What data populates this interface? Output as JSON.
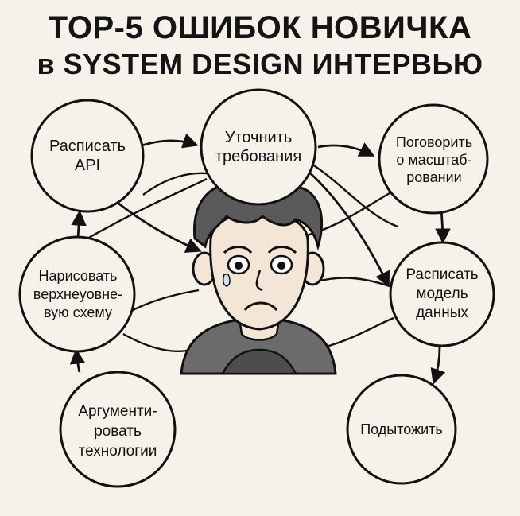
{
  "title": {
    "line1": "TOP-5 ОШИБОК НОВИЧКА",
    "line2": "в SYSTEM DESIGN ИНТЕРВЬЮ"
  },
  "nodes": {
    "api": {
      "lines": [
        "Расписать",
        "API"
      ]
    },
    "requirements": {
      "lines": [
        "Уточнить",
        "требования"
      ]
    },
    "scale": {
      "lines": [
        "Поговорить",
        "о масштаб-",
        "ровании"
      ]
    },
    "diagram": {
      "lines": [
        "Нарисовать",
        "верхнеуовне-",
        "вую схему"
      ]
    },
    "datamodel": {
      "lines": [
        "Расписать",
        "модель",
        "данных"
      ]
    },
    "tech": {
      "lines": [
        "Аргументи-",
        "ровать",
        "технологии"
      ]
    },
    "summary": {
      "lines": [
        "Подытожить"
      ]
    }
  },
  "colors": {
    "background": "#f6f2ea",
    "ink": "#111111",
    "skin": "#f3e6d6",
    "hair": "#5a5a5a",
    "shirt": "#6b6b6b"
  }
}
